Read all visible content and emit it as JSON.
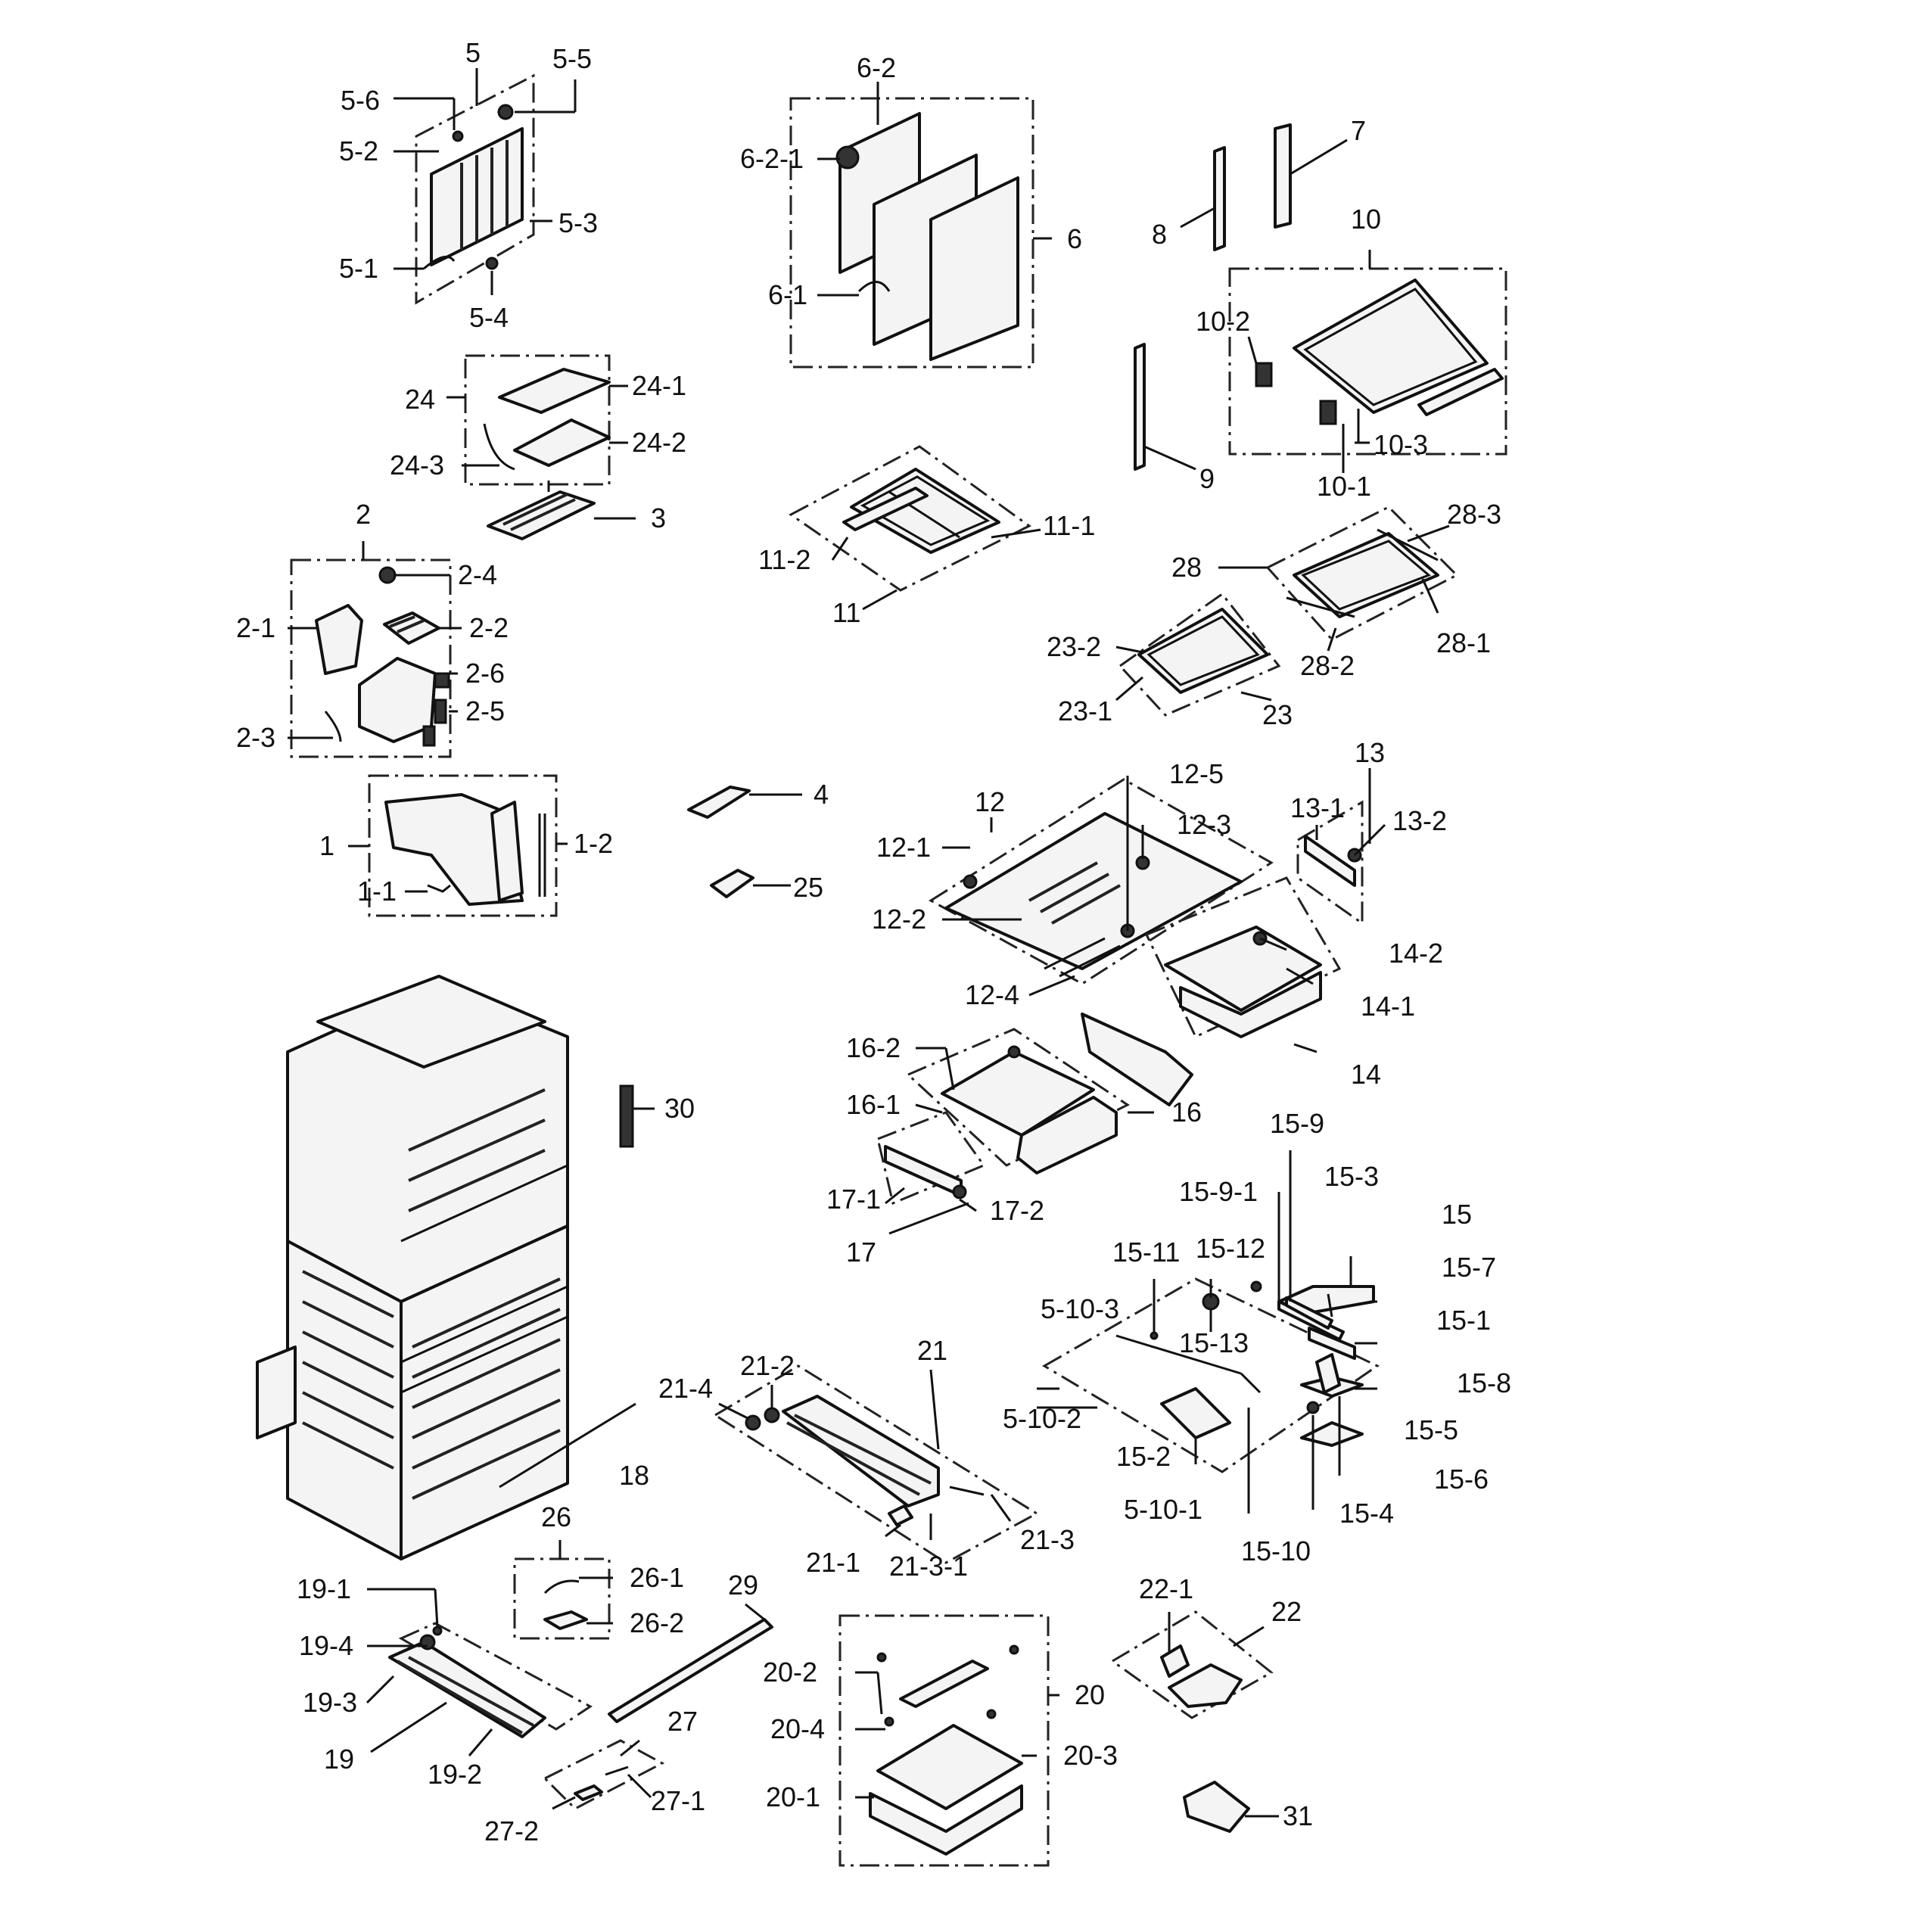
{
  "labels": {
    "l5": "5",
    "l5_5": "5-5",
    "l5_6": "5-6",
    "l5_2": "5-2",
    "l5_3": "5-3",
    "l5_1": "5-1",
    "l5_4": "5-4",
    "l6_2": "6-2",
    "l6_2_1": "6-2-1",
    "l6": "6",
    "l6_1": "6-1",
    "l7": "7",
    "l8": "8",
    "l10": "10",
    "l10_2": "10-2",
    "l10_3": "10-3",
    "l10_1": "10-1",
    "l9": "9",
    "l24": "24",
    "l24_1": "24-1",
    "l24_2": "24-2",
    "l24_3": "24-3",
    "l3": "3",
    "l2": "2",
    "l2_4": "2-4",
    "l2_1": "2-1",
    "l2_2": "2-2",
    "l2_6": "2-6",
    "l2_5": "2-5",
    "l2_3": "2-3",
    "l11_1": "11-1",
    "l11_2": "11-2",
    "l11": "11",
    "l28_3": "28-3",
    "l28": "28",
    "l28_1": "28-1",
    "l28_2": "28-2",
    "l23_2": "23-2",
    "l23_1": "23-1",
    "l23": "23",
    "l1": "1",
    "l1_2": "1-2",
    "l1_1": "1-1",
    "l4": "4",
    "l25": "25",
    "l12": "12",
    "l12_5": "12-5",
    "l12_3": "12-3",
    "l12_1": "12-1",
    "l12_2": "12-2",
    "l12_4": "12-4",
    "l13": "13",
    "l13_1": "13-1",
    "l13_2": "13-2",
    "l14_2": "14-2",
    "l14_1": "14-1",
    "l14": "14",
    "l16_2": "16-2",
    "l16_1": "16-1",
    "l16": "16",
    "l17_1": "17-1",
    "l17_2": "17-2",
    "l17": "17",
    "l30": "30",
    "l15_9": "15-9",
    "l15_9_1": "15-9-1",
    "l15_3": "15-3",
    "l15": "15",
    "l15_7": "15-7",
    "l15_1": "15-1",
    "l15_11": "15-11",
    "l15_12": "15-12",
    "l5_10_3": "5-10-3",
    "l15_13": "15-13",
    "l15_8": "15-8",
    "l15_5": "15-5",
    "l5_10_2": "5-10-2",
    "l15_2": "15-2",
    "l15_6": "15-6",
    "l5_10_1": "5-10-1",
    "l15_4": "15-4",
    "l15_10": "15-10",
    "l21_2": "21-2",
    "l21": "21",
    "l21_4": "21-4",
    "l18": "18",
    "l21_1": "21-1",
    "l21_3_1": "21-3-1",
    "l21_3": "21-3",
    "l26": "26",
    "l26_1": "26-1",
    "l26_2": "26-2",
    "l29": "29",
    "l19_1": "19-1",
    "l19_4": "19-4",
    "l19_3": "19-3",
    "l19": "19",
    "l19_2": "19-2",
    "l27": "27",
    "l27_1": "27-1",
    "l27_2": "27-2",
    "l20_2": "20-2",
    "l20": "20",
    "l20_4": "20-4",
    "l20_3": "20-3",
    "l20_1": "20-1",
    "l22_1": "22-1",
    "l22": "22",
    "l31": "31"
  }
}
